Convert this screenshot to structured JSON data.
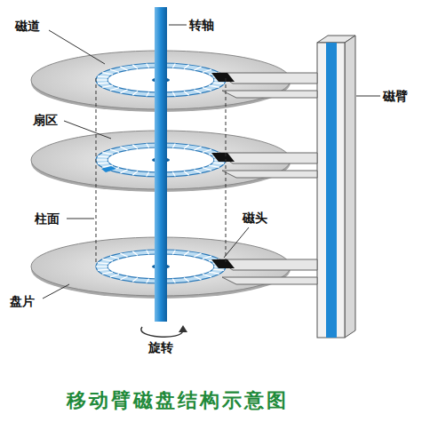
{
  "diagram": {
    "caption": "移动臂磁盘结构示意图",
    "labels": [
      "磁道",
      "转轴",
      "扇区",
      "磁臂",
      "柱面",
      "磁头",
      "盘片",
      "旋转"
    ]
  }
}
